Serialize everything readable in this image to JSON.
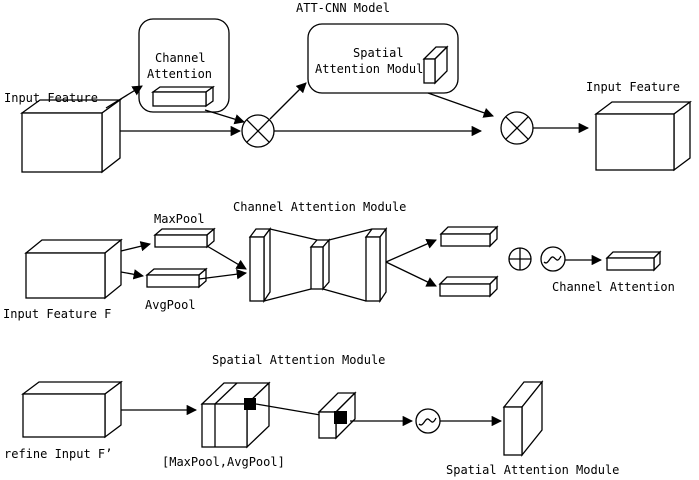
{
  "title": "ATT-CNN Model",
  "top": {
    "input_label": "Input Feature",
    "channel_box_line1": "Channel",
    "channel_box_line2": "Attention",
    "spatial_box_line1": "Spatial",
    "spatial_box_line2": "Attention Module",
    "output_label": "Input Feature"
  },
  "middle": {
    "title": "Channel Attention Module",
    "input_label": "Input Feature F",
    "maxpool_label": "MaxPool",
    "avgpool_label": "AvgPool",
    "output_label": "Channel Attention"
  },
  "bottom": {
    "title": "Spatial Attention Module",
    "input_label": "refine Input F’",
    "pool_label": "[MaxPool,AvgPool]",
    "output_label": "Spatial Attention Module"
  }
}
